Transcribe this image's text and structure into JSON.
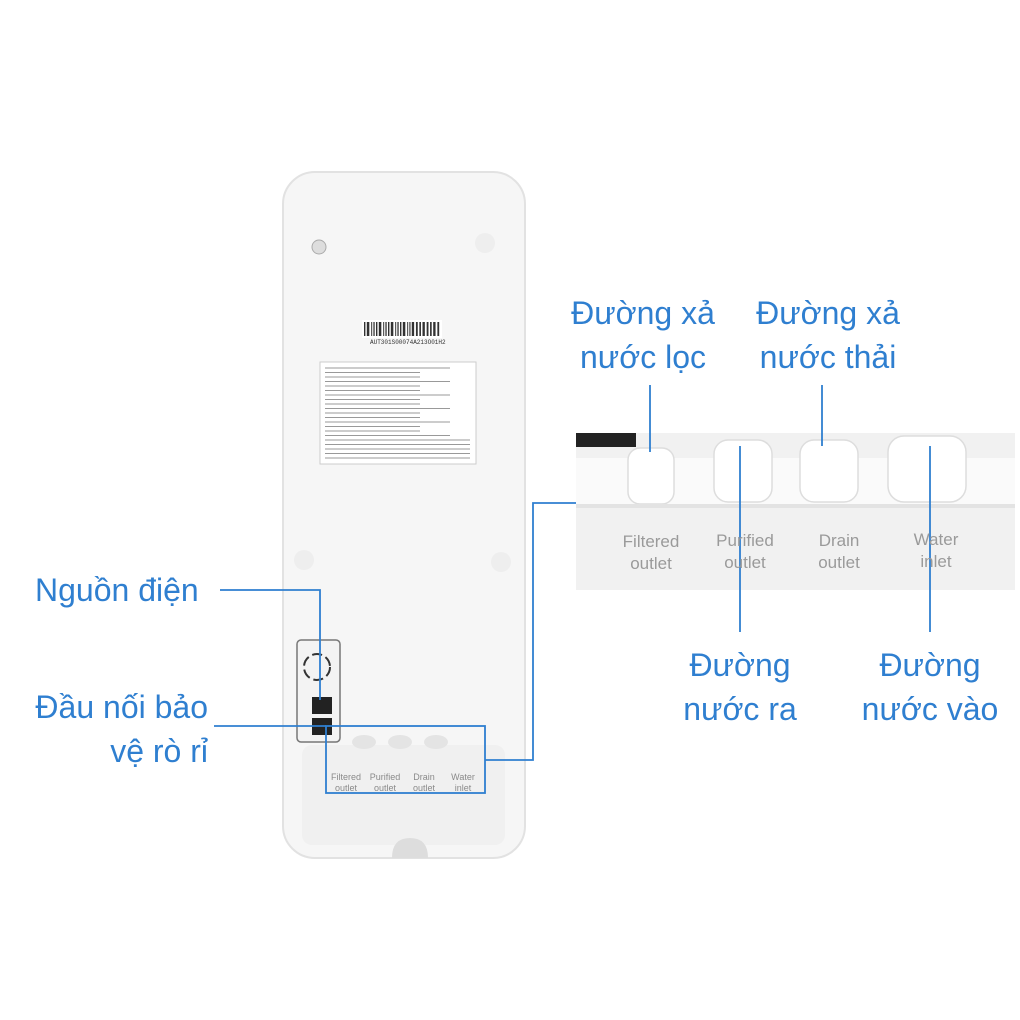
{
  "device": {
    "barcode_text": "AUT301S00074A213O01H2",
    "small_port_labels": [
      {
        "line1": "Filtered",
        "line2": "outlet"
      },
      {
        "line1": "Purified",
        "line2": "outlet"
      },
      {
        "line1": "Drain",
        "line2": "outlet"
      },
      {
        "line1": "Water",
        "line2": "inlet"
      }
    ]
  },
  "inset": {
    "port_labels": [
      {
        "line1": "Filtered",
        "line2": "outlet"
      },
      {
        "line1": "Purified",
        "line2": "outlet"
      },
      {
        "line1": "Drain",
        "line2": "outlet"
      },
      {
        "line1": "Water",
        "line2": "inlet"
      }
    ]
  },
  "callouts": {
    "power": {
      "line1": "Nguồn điện"
    },
    "leak": {
      "line1": "Đầu nối bảo",
      "line2": "vệ rò rỉ"
    },
    "filtered_drain": {
      "line1": "Đường xả",
      "line2": "nước lọc"
    },
    "waste_drain": {
      "line1": "Đường xả",
      "line2": "nước thải"
    },
    "outlet": {
      "line1": "Đường",
      "line2": "nước ra"
    },
    "inlet": {
      "line1": "Đường",
      "line2": "nước vào"
    }
  },
  "colors": {
    "accent": "#2f7fd0"
  }
}
